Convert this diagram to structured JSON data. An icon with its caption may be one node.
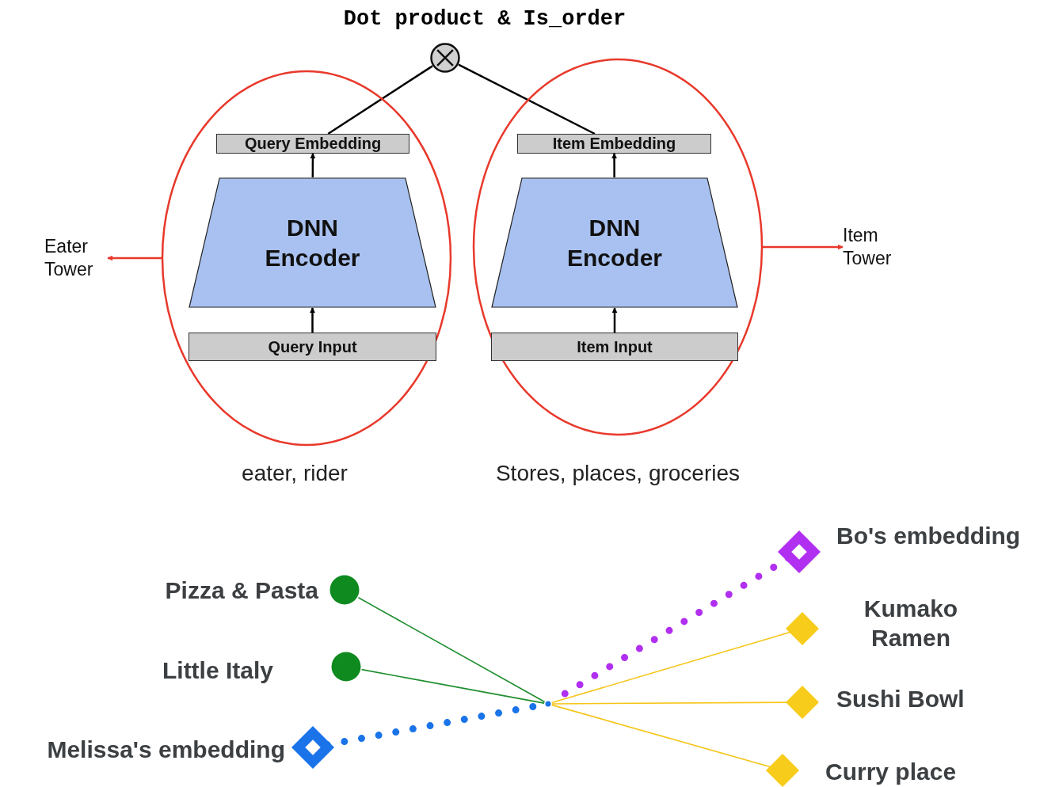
{
  "diagram": {
    "title": "Dot product & Is_order",
    "nodes": [
      {
        "text": [],
        "shape": "circle"
      },
      {
        "text": [],
        "shape": "ellipse",
        "beside": [
          "eater, rider"
        ]
      },
      {
        "text": [
          "Query Embedding"
        ],
        "in": 1
      },
      {
        "text": [
          "DNN Encoder"
        ],
        "in": 1
      },
      {
        "text": [
          "Query Input"
        ],
        "in": 1
      },
      {
        "text": [],
        "shape": "ellipse",
        "beside": [
          "Stores, places, groceries"
        ]
      },
      {
        "text": [
          "Item Embedding"
        ],
        "in": 5
      },
      {
        "text": [
          "DNN Encoder"
        ],
        "in": 5
      },
      {
        "text": [
          "Item Input"
        ],
        "in": 5
      },
      {
        "text": [
          "Eater Tower"
        ]
      },
      {
        "text": [
          "Item Tower"
        ]
      },
      {
        "text": [],
        "shape": "circle",
        "beside": [
          "Pizza & Pasta"
        ]
      },
      {
        "text": [],
        "shape": "circle",
        "beside": [
          "Little Italy"
        ]
      },
      {
        "text": [],
        "shape": "diamond",
        "beside": [
          "Melissa's embedding"
        ]
      },
      {
        "text": [],
        "shape": "circle"
      },
      {
        "text": [],
        "shape": "diamond",
        "beside": [
          "Bo's embedding"
        ]
      },
      {
        "text": [],
        "shape": "diamond",
        "beside": [
          "Kumako Ramen"
        ]
      },
      {
        "text": [],
        "shape": "diamond",
        "beside": [
          "Sushi Bowl"
        ]
      },
      {
        "text": [],
        "shape": "diamond",
        "beside": [
          "Curry place"
        ]
      }
    ],
    "edges": [
      {
        "from": 4,
        "to": 3,
        "arrow": "to"
      },
      {
        "from": 3,
        "to": 2,
        "arrow": "to"
      },
      {
        "from": 8,
        "to": 7,
        "arrow": "to"
      },
      {
        "from": 7,
        "to": 6,
        "arrow": "to"
      },
      {
        "from": 2,
        "to": 0,
        "arrow": "none"
      },
      {
        "from": 6,
        "to": 0,
        "arrow": "none"
      },
      {
        "from": 1,
        "to": 9,
        "arrow": "to",
        "color": "#e8392b"
      },
      {
        "from": 5,
        "to": 10,
        "arrow": "to",
        "color": "#e8392b"
      },
      {
        "from": 11,
        "to": 14,
        "arrow": "none",
        "color": "#1e8e2e"
      },
      {
        "from": 12,
        "to": 14,
        "arrow": "none",
        "color": "#1e8e2e"
      },
      {
        "from": 13,
        "to": 14,
        "arrow": "none",
        "style": "dashed",
        "color": "#1a73e8"
      },
      {
        "from": 15,
        "to": 14,
        "arrow": "none",
        "style": "dashed",
        "color": "#b12ff0"
      },
      {
        "from": 14,
        "to": 16,
        "arrow": "none",
        "color": "#f5c518"
      },
      {
        "from": 14,
        "to": 17,
        "arrow": "none",
        "color": "#f5c518"
      },
      {
        "from": 14,
        "to": 18,
        "arrow": "none",
        "color": "#f5c518"
      }
    ]
  }
}
